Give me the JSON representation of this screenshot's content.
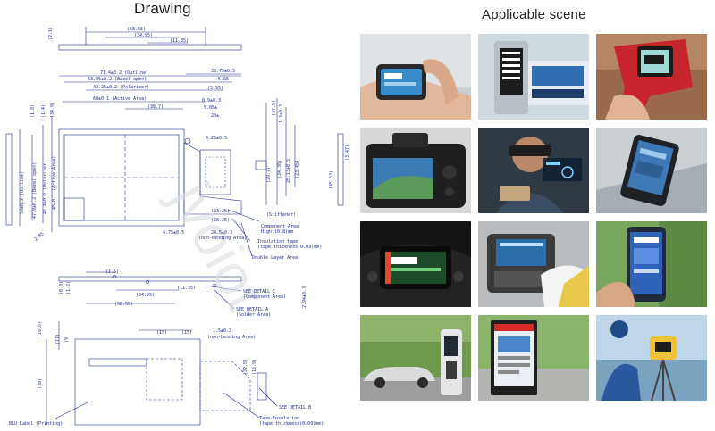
{
  "drawing": {
    "title": "Drawing",
    "watermark": "jvoiot",
    "dims_top": [
      "(58.55)",
      "(34.95)",
      "(11.35)",
      "(2.1)"
    ],
    "dims_main": [
      "71.4±0.2 (Outline)",
      "63.05±0.2 (Bezel open)",
      "43.25±0.2 (Polarizer)",
      "60±0.1 (Active Area)",
      "(38.7)",
      "38.75±0.5",
      "5.65",
      "(5.95)",
      "0.9±0.3",
      "5.05±",
      "20±",
      "6.25±0.5"
    ],
    "dims_left": [
      "59±0.2 (Outline)",
      "47.9±0.2 (Bezel open)",
      "46.4±0.2 (Polarizer)",
      "45±0.1 (Active Area)",
      "(1.8)",
      "(1.4)",
      "(34.9)",
      "2.85"
    ],
    "dims_right": [
      "(29.7)",
      "(34.38)",
      "28.13±0.5",
      "(23.45)",
      "(37.5)",
      "1.3±0.3",
      "(45.53)",
      "(3.47)"
    ],
    "labels": [
      "(23.25)",
      "(28.25)",
      "24.5±0.3",
      "4.75±0.5",
      "(Stiffener)",
      "Component Area",
      "Hight(0.8)mm",
      "(non-bending Area)",
      "Insulation tape",
      "(tape thickness(0.09)mm)",
      "Double Layer Area"
    ],
    "side_labels": [
      "(1.5)",
      "(11.35)",
      "(34.95)",
      "(58.55)",
      "SEE DETAIL C",
      "(Component Area)",
      "SEE DETAIL A",
      "(Solder Area)",
      "(0.8)",
      "(1.2)",
      "2.94±0.3"
    ],
    "bottom_labels": [
      "(15)",
      "(15)",
      "1.5±0.3",
      "(non-bending Area)",
      "(10.5)",
      "(17)",
      "(9)",
      "(30)",
      "(32.5)",
      "(15.9)",
      "SEE DETAIL B",
      "BLU Label (Printing)",
      "Tape-Insulation",
      "(tape thickness(0.09)mm)"
    ]
  },
  "scene": {
    "title": "Applicable scene",
    "tiles": [
      "smartwatch-on-wrist",
      "bus-stop-display",
      "infrared-thermometer",
      "dslr-camera-screen",
      "ar-headset-technician",
      "bike-computer",
      "motorcycle-dashboard",
      "industrial-handheld-terminal",
      "rugged-phone",
      "ev-charging-station",
      "outdoor-digital-signage",
      "surveying-total-station"
    ],
    "colors": {
      "blueprint": "#1d2c8f",
      "accent": "#d22b2b"
    }
  }
}
